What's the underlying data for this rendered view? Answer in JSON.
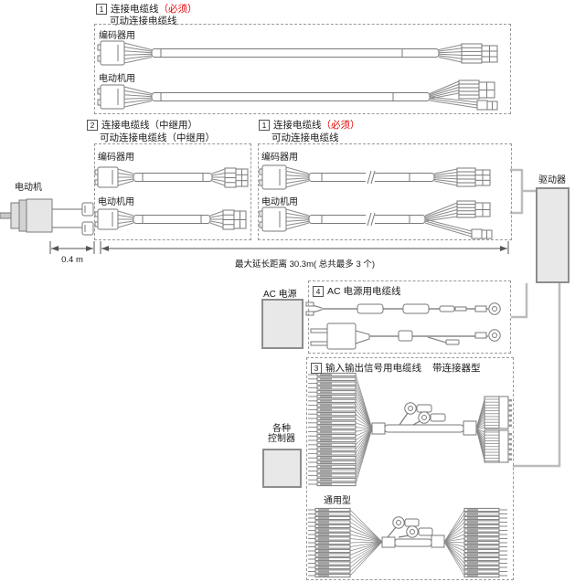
{
  "cable_box_top": {
    "num": "1",
    "title": "连接电缆线",
    "required": "（必须）",
    "line2": "可动连接电缆线",
    "encoder_label": "编码器用",
    "motor_label": "电动机用"
  },
  "cable_box_relay": {
    "num": "2",
    "title": "连接电缆线（中继用）",
    "line2": "可动连接电缆线（中继用）",
    "encoder_label": "编码器用",
    "motor_label": "电动机用"
  },
  "cable_box_mid": {
    "num": "1",
    "title": "连接电缆线",
    "required": "（必须）",
    "line2": "可动连接电缆线",
    "encoder_label": "编码器用",
    "motor_label": "电动机用"
  },
  "ac_cable_box": {
    "num": "4",
    "title": "AC 电源用电缆线"
  },
  "io_cable_box": {
    "num": "3",
    "title": "输入输出信号用电缆线",
    "type_label": "带连接器型",
    "general_label": "通用型"
  },
  "motor": {
    "label": "电动机"
  },
  "driver": {
    "label": "驱动器"
  },
  "ac_power": {
    "label": "AC 电源"
  },
  "controllers": {
    "line1": "各种",
    "line2": "控制器"
  },
  "dimensions": {
    "motor_to_box": "0.4 m",
    "max_extension": "最大延长距离 30.3m( 总共最多 3 个)"
  },
  "colors": {
    "required_red": "#e60000",
    "connection_gray": "#bcbcbc",
    "box_fill": "#e8e8e8"
  }
}
